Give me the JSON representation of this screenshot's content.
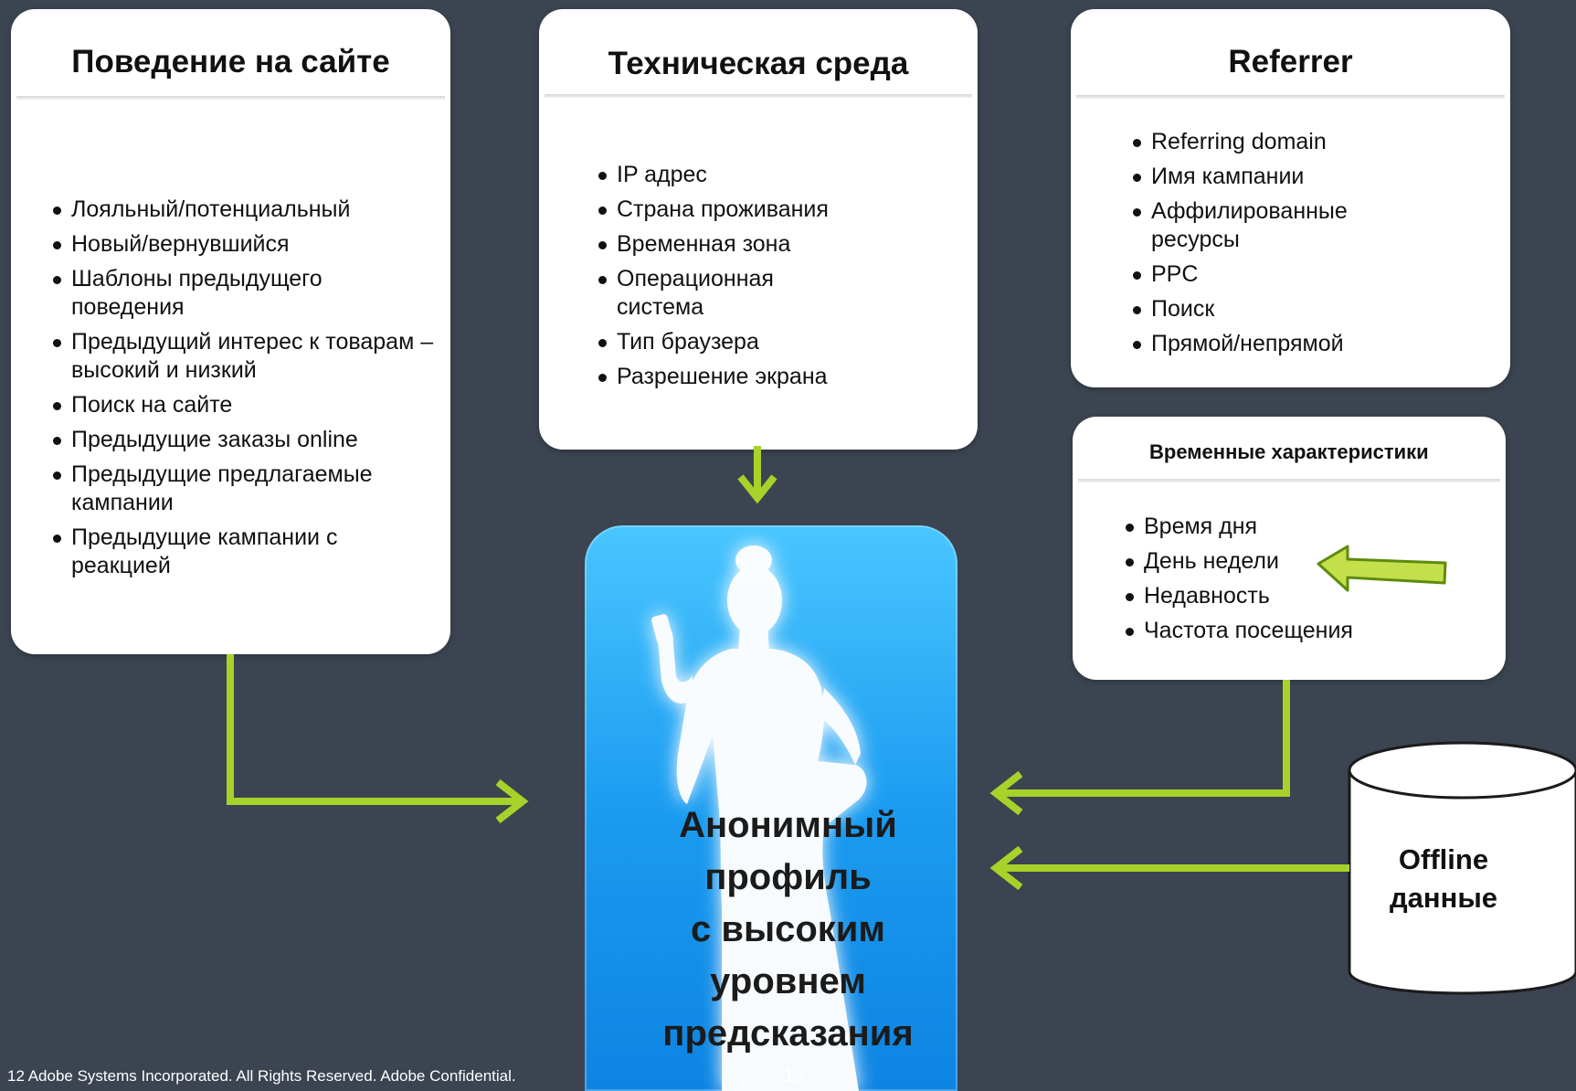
{
  "colors": {
    "background": "#3b4450",
    "arrow_green": "#a6d22a",
    "profile_blue": "#1b9cf0"
  },
  "behavior": {
    "title": "Поведение на сайте",
    "items": [
      "Лояльный/потенциальный",
      "Новый/вернувшийся",
      "Шаблоны предыдущего поведения",
      "Предыдущий интерес к товарам – высокий и низкий",
      "Поиск на сайте",
      "Предыдущие заказы online",
      "Предыдущие предлагаемые кампании",
      "Предыдущие кампании с реакцией"
    ]
  },
  "tech": {
    "title": "Техническая среда",
    "items": [
      "IP адрес",
      "Страна проживания",
      "Временная зона",
      "Операционная система",
      "Тип браузера",
      "Разрешение экрана"
    ]
  },
  "referrer": {
    "title": "Referrer",
    "items": [
      "Referring domain",
      "Имя кампании",
      "Аффилированные ресурсы",
      "PPC",
      "Поиск",
      "Прямой/непрямой"
    ]
  },
  "temporal": {
    "title": "Временные характеристики",
    "items": [
      "Время дня",
      "День недели",
      "Недавность",
      "Частота посещения"
    ]
  },
  "profile": {
    "lines": [
      "Анонимный",
      "профиль",
      "с высоким",
      "уровнем",
      "предсказания"
    ]
  },
  "offline": {
    "lines": [
      "Offline",
      "данные"
    ]
  },
  "footer": {
    "copyright": "12 Adobe Systems Incorporated.  All Rights Reserved.  Adobe Confidential.",
    "page_number": "12"
  }
}
